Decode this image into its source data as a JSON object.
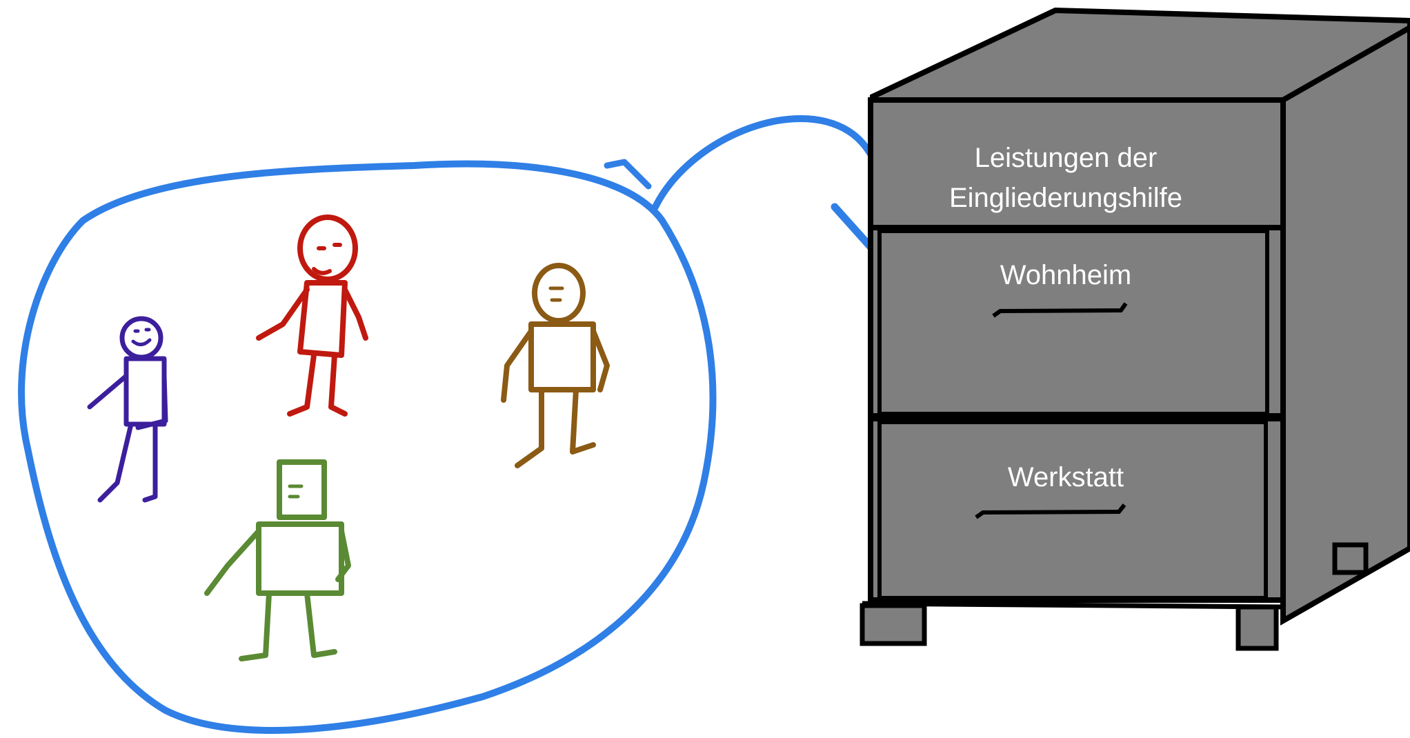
{
  "cabinet": {
    "header_line1": "Leistungen der",
    "header_line2": "Eingliederungshilfe",
    "drawer_top_label": "Wohnheim",
    "drawer_bottom_label": "Werkstatt",
    "color": "#7f7f7f",
    "outline_color": "#000000"
  },
  "group": {
    "outline_color": "#2f7fe6",
    "people": [
      {
        "name": "purple-person",
        "color": "#3c1f9c"
      },
      {
        "name": "red-person",
        "color": "#c0190f"
      },
      {
        "name": "brown-person",
        "color": "#8b5a14"
      },
      {
        "name": "green-person",
        "color": "#5a8a33"
      }
    ]
  },
  "arrow": {
    "color": "#2f7fe6"
  }
}
